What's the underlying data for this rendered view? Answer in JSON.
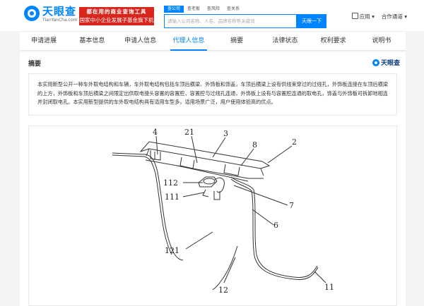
{
  "header": {
    "logo_title": "天眼查",
    "logo_url": "TianYanCha.com",
    "banner_line1": "都在用的商业查询工具",
    "banner_line2": "国家中小企业发展子基金旗下机构",
    "search_tabs": [
      "查公司",
      "查老板",
      "查风险",
      "查关系"
    ],
    "search_placeholder": "请输入公司名称、人名、品牌名称等关键词",
    "search_button": "天眼一下",
    "apps_label": "应用",
    "cooperate_label": "合作通道",
    "dropdown_arrow": "▾"
  },
  "tabs": [
    "申请进展",
    "基本信息",
    "申请人信息",
    "代理人信息",
    "摘要",
    "法律状态",
    "权利要求",
    "说明书"
  ],
  "active_tab_index": 3,
  "section": {
    "title": "摘要",
    "brand": "天眼查",
    "abstract": "本实用新型公开一种车外取电结构和车辆，车外取电结构包括车顶后横梁、外饰板和饰盖，车顶后横梁上设有供线束穿过的过线孔，外饰板连接在车顶后横梁的上方，外饰板和车顶后横梁之间限定出供取电接头容置的容置腔，容置腔与过线孔连通，外饰板上设有与容置腔连通的取电孔，饰盖与外饰板可拆卸地相连并封闭取电孔。本实用新型提供的车外取电结构具有适用车型多，适用场景广泛，用户使用体验高的优点。"
  },
  "figure_labels": [
    "4",
    "21",
    "3",
    "8",
    "2",
    "112",
    "111",
    "7",
    "6",
    "121",
    "12",
    "11"
  ]
}
